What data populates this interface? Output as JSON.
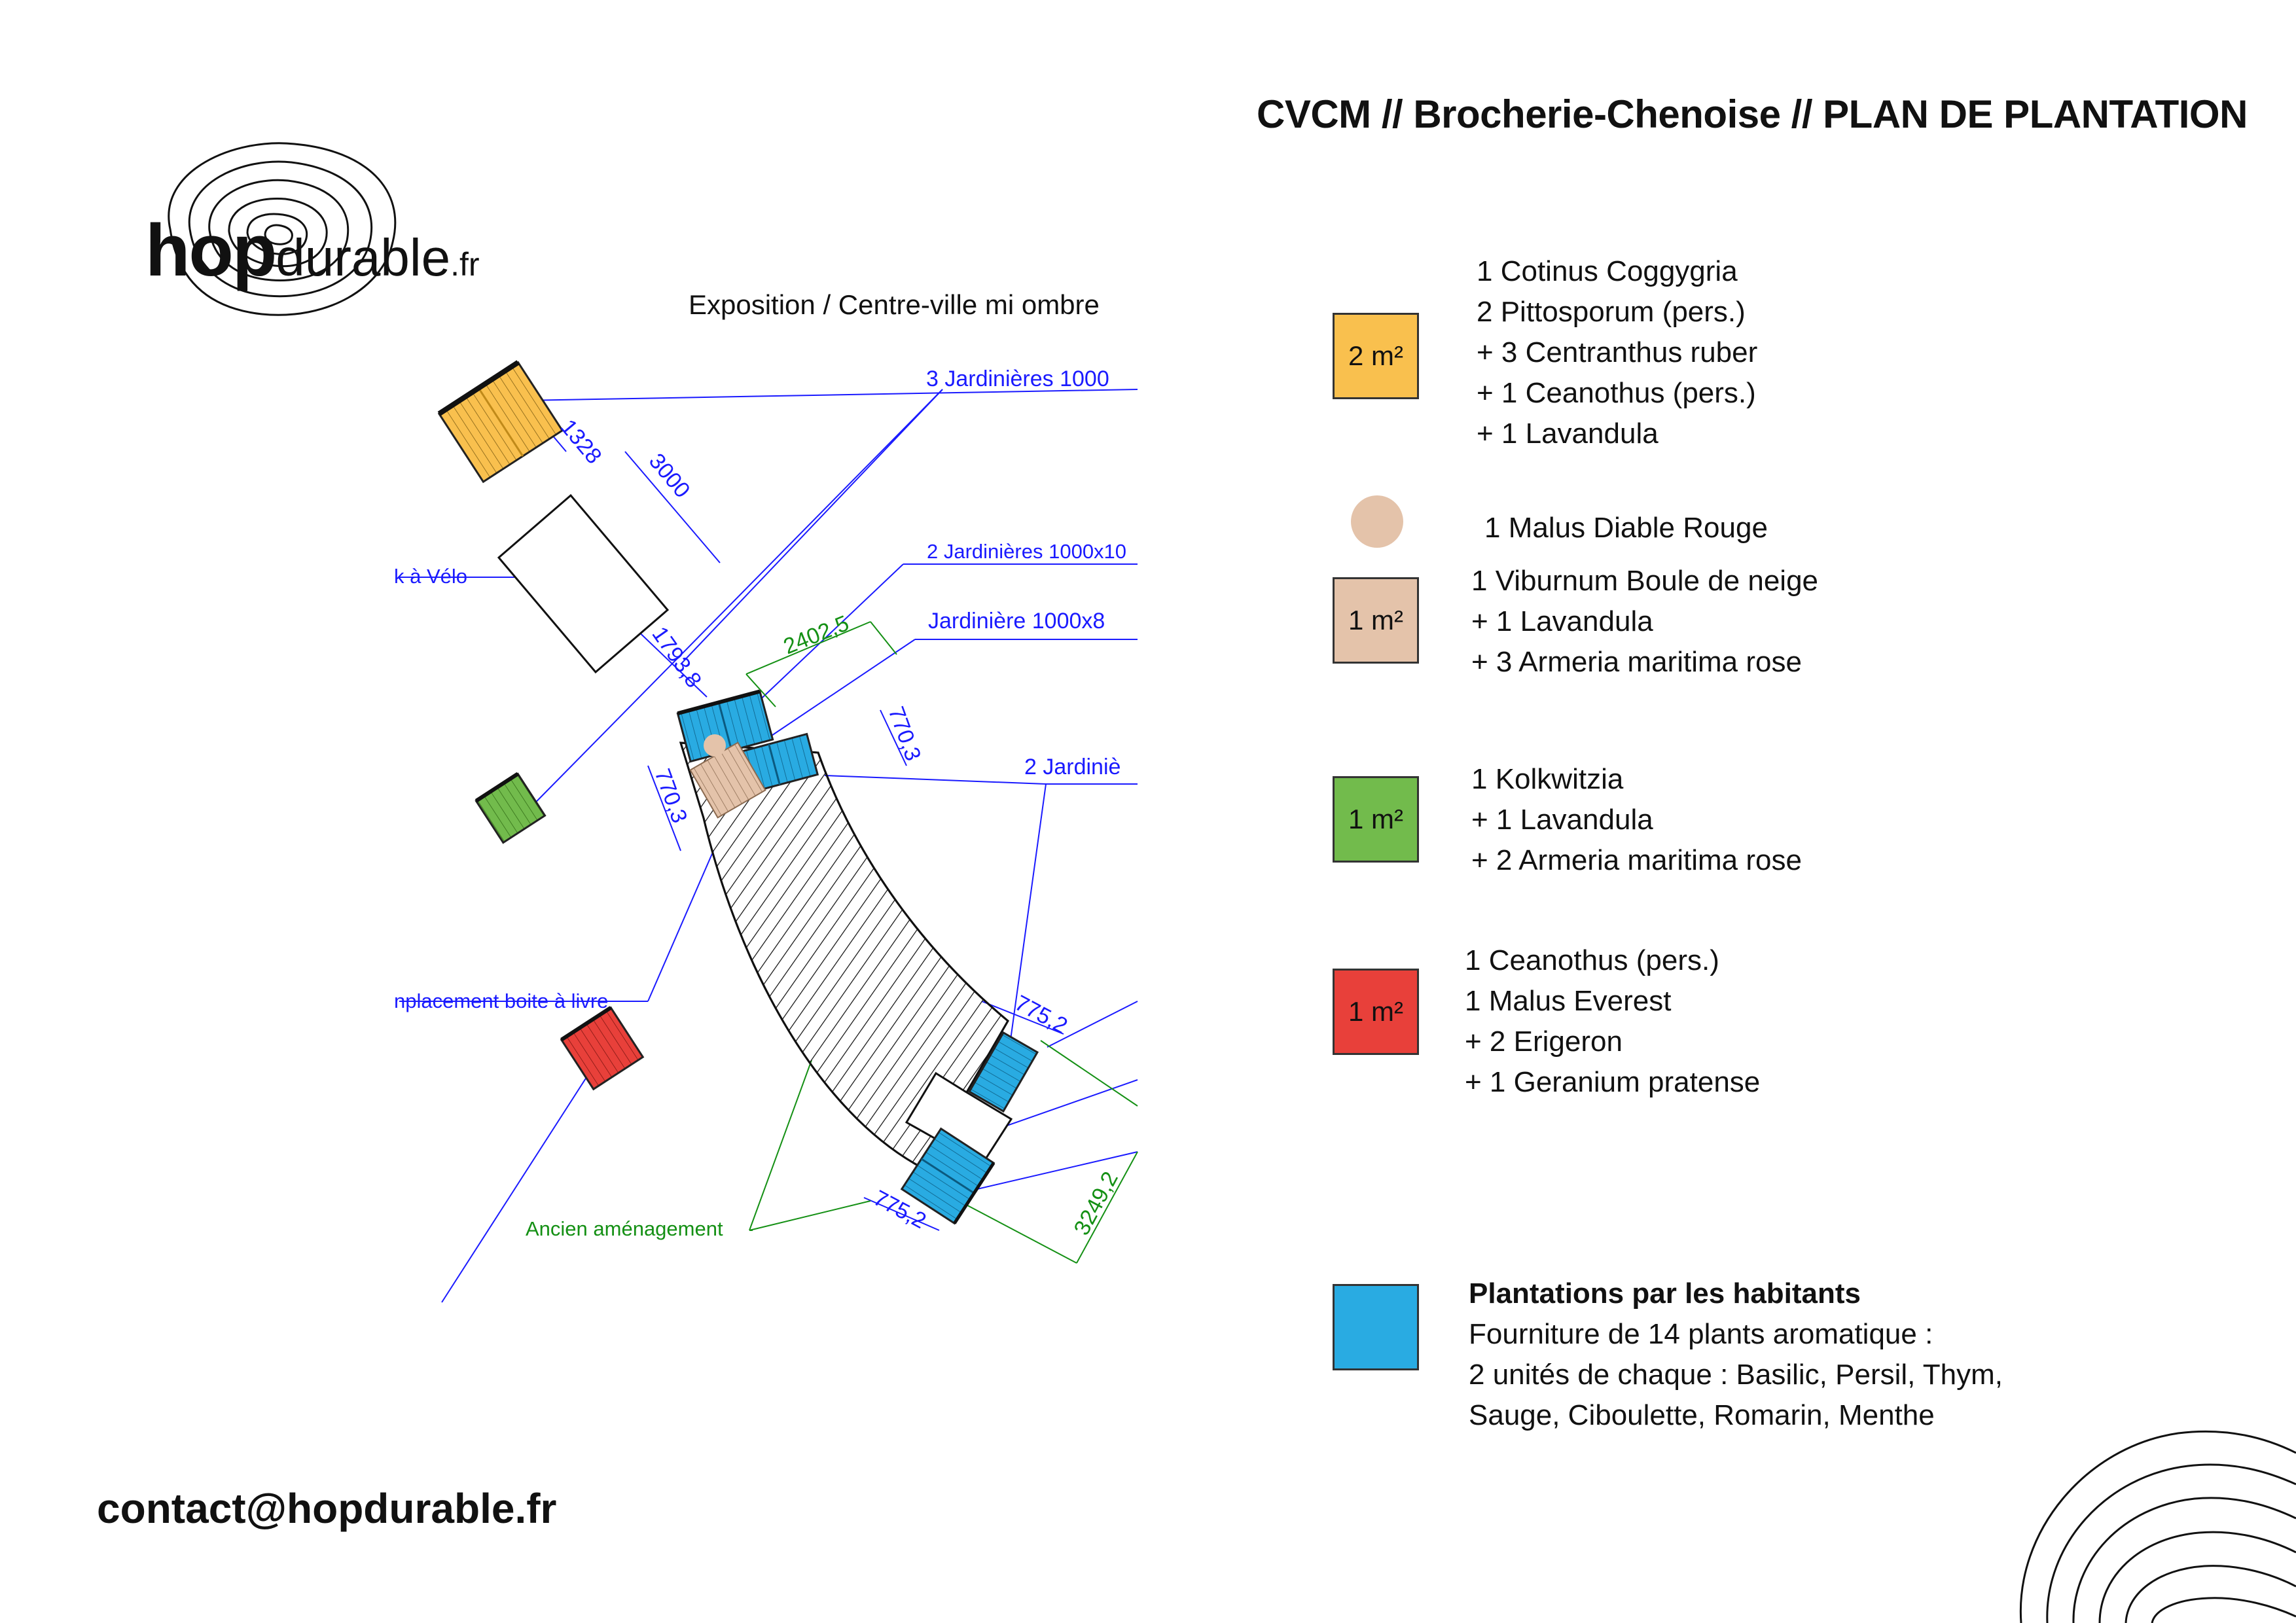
{
  "header": {
    "title": "CVCM // Brocherie-Chenoise // PLAN DE PLANTATION"
  },
  "logo": {
    "bold": "hop",
    "thin": "durable",
    "tld": ".fr"
  },
  "exposition": "Exposition / Centre-ville mi ombre",
  "plan_labels": {
    "jardinieres_3": "3 Jardinières 1000",
    "jardinieres_2_top": "2 Jardinières 1000x10",
    "jardiniere_1": "Jardinière 1000x8",
    "jardinieres_2_right": "2 Jardiniè",
    "parc_velo": "k à Vélo",
    "boite_livre": "nplacement boite à livre",
    "ancien": "Ancien aménagement",
    "dim_1328": "1328",
    "dim_3000": "3000",
    "dim_1793": "1793,8",
    "dim_2402": "2402,5",
    "dim_770a": "770,3",
    "dim_770b": "770,3",
    "dim_775a": "775,2",
    "dim_775b": "775,2",
    "dim_3249": "3249,2"
  },
  "legend": [
    {
      "swatch_label": "2 m²",
      "color": "#f9c04e",
      "lines": [
        "1 Cotinus Coggygria",
        "2 Pittosporum (pers.)",
        "+ 3 Centranthus ruber",
        "+ 1 Ceanothus (pers.)",
        "+ 1 Lavandula"
      ]
    },
    {
      "swatch_label": "",
      "color": "#e4c3aa",
      "lines": [
        "1 Malus Diable Rouge"
      ]
    },
    {
      "swatch_label": "1 m²",
      "color": "#e4c3aa",
      "lines": [
        "1 Viburnum Boule de neige",
        "+ 1 Lavandula",
        "+ 3 Armeria maritima rose"
      ]
    },
    {
      "swatch_label": "1 m²",
      "color": "#72bb4c",
      "lines": [
        "1 Kolkwitzia",
        "+ 1 Lavandula",
        "+ 2 Armeria maritima rose"
      ]
    },
    {
      "swatch_label": "1 m²",
      "color": "#e8403a",
      "lines": [
        "1 Ceanothus (pers.)",
        "1 Malus Everest",
        "+ 2 Erigeron",
        "+ 1 Geranium pratense"
      ]
    }
  ],
  "habitants": {
    "color": "#29abe2",
    "title": "Plantations par les habitants",
    "lines": [
      "Fourniture de 14 plants aromatique :",
      "2 unités de chaque : Basilic, Persil, Thym,",
      "Sauge, Ciboulette, Romarin,  Menthe"
    ]
  },
  "contact": "contact@hopdurable.fr"
}
